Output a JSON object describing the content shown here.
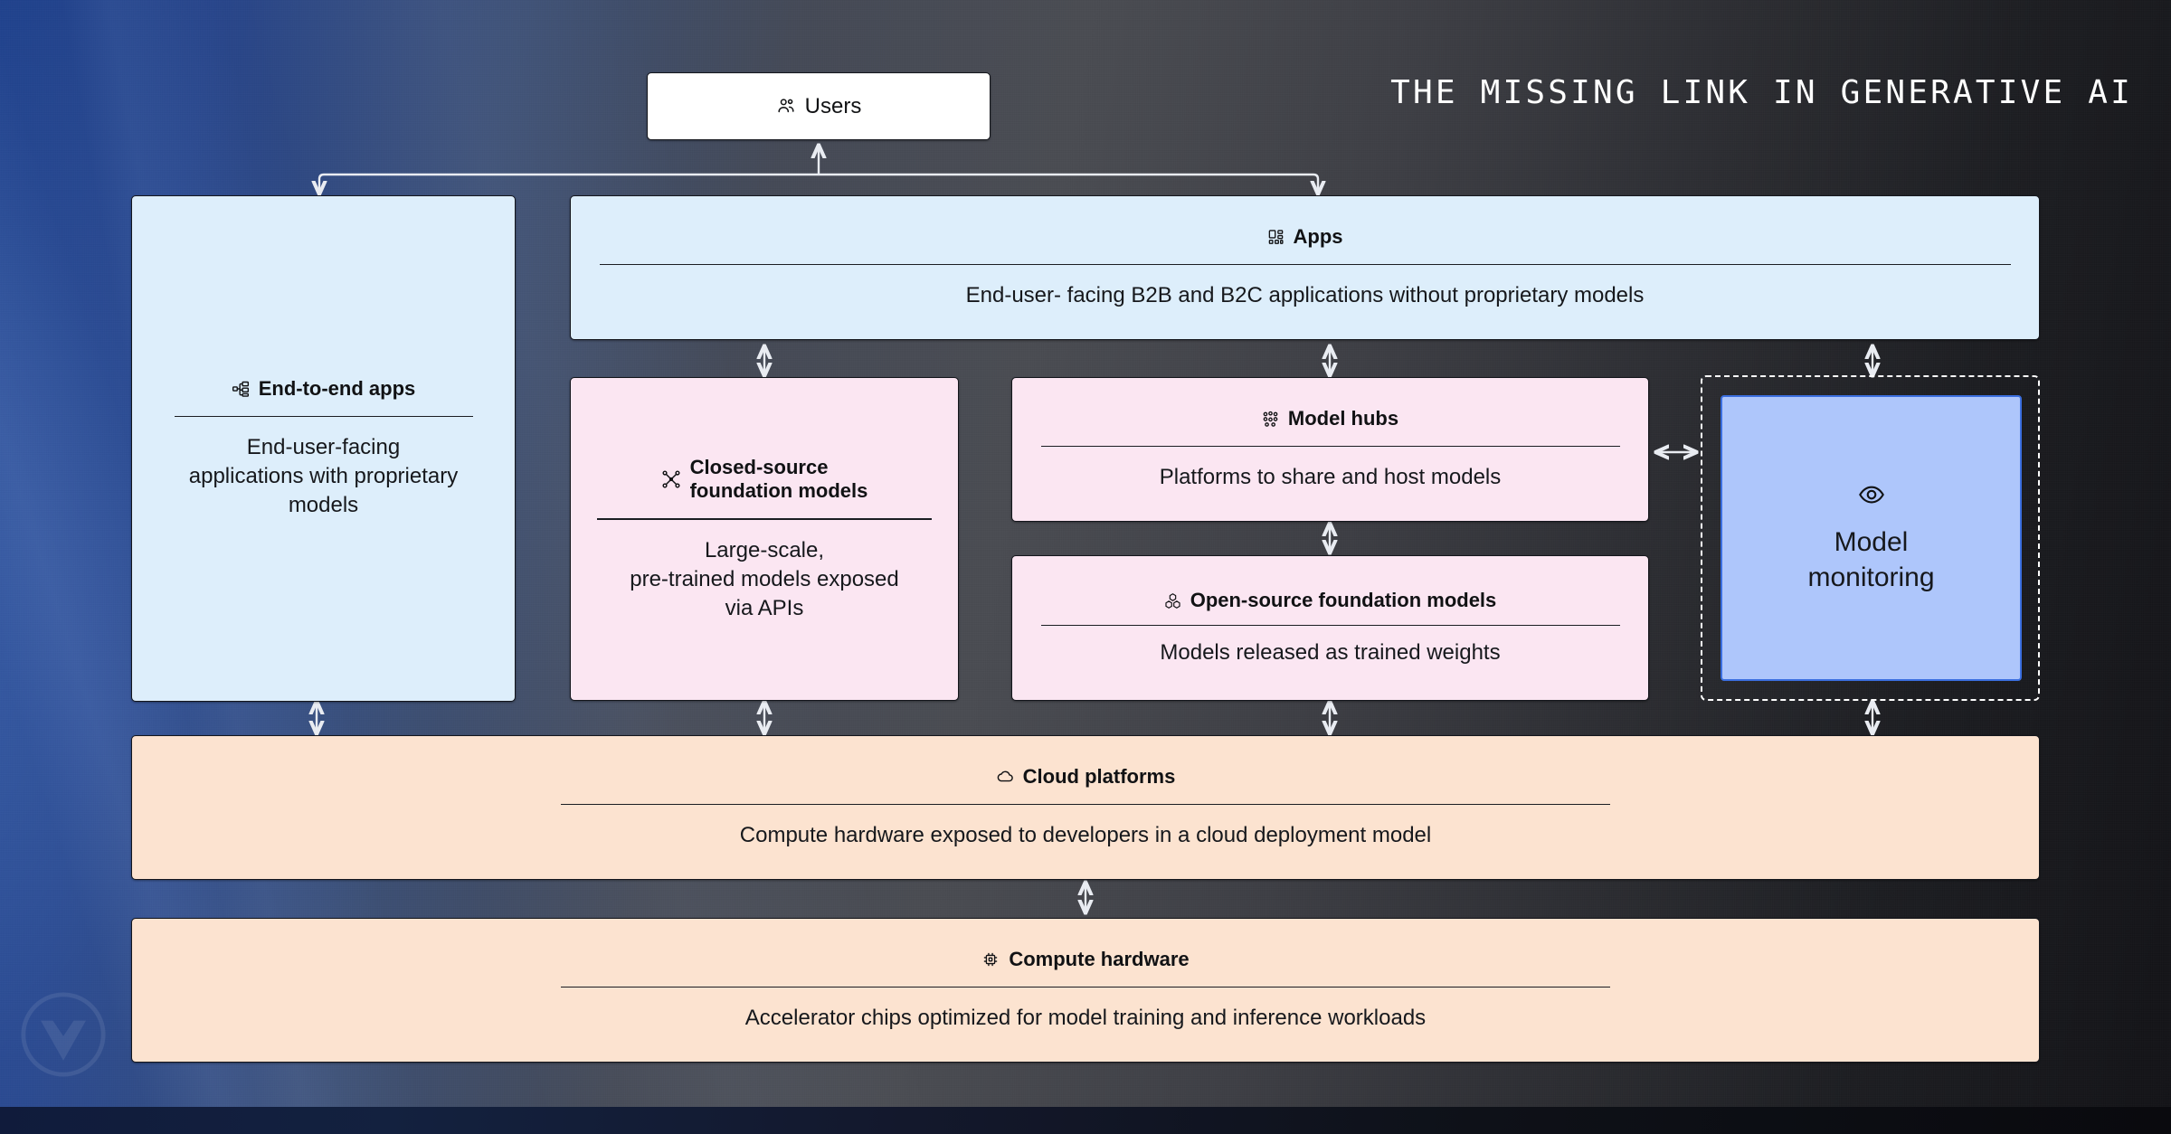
{
  "title": "THE MISSING LINK IN GENERATIVE AI",
  "colors": {
    "light_blue": "#ddeefb",
    "pink": "#fbe6f2",
    "peach": "#fce3d0",
    "periwinkle": "#aec6fb",
    "periwinkle_border": "#3b6fe0",
    "white": "#ffffff",
    "connector": "#e9ecf2",
    "text": "#111214"
  },
  "nodes": {
    "users": {
      "label": "Users",
      "icon": "users-icon"
    },
    "end_to_end_apps": {
      "label": "End-to-end apps",
      "icon": "org-chart-icon",
      "description": "End-user-facing applications with proprietary models"
    },
    "apps": {
      "label": "Apps",
      "icon": "app-grid-icon",
      "description": "End-user- facing B2B and B2C applications without proprietary models"
    },
    "closed_source_foundation_models": {
      "label": "Closed-source\nfoundation models",
      "label_line1": "Closed-source",
      "label_line2": "foundation models",
      "icon": "network-node-icon",
      "description": "Large-scale,\npre-trained models exposed\nvia APIs",
      "description_line1": "Large-scale,",
      "description_line2": "pre-trained models exposed",
      "description_line3": "via APIs"
    },
    "model_hubs": {
      "label": "Model hubs",
      "icon": "dots-cluster-icon",
      "description": "Platforms to share and host models"
    },
    "open_source_foundation_models": {
      "label": "Open-source foundation models",
      "icon": "cubes-icon",
      "description": "Models released as trained weights"
    },
    "model_monitoring": {
      "label_line1": "Model",
      "label_line2": "monitoring",
      "icon": "eye-icon"
    },
    "cloud_platforms": {
      "label": "Cloud platforms",
      "icon": "cloud-icon",
      "description": "Compute hardware exposed to developers in a cloud deployment model"
    },
    "compute_hardware": {
      "label": "Compute hardware",
      "icon": "chip-icon",
      "description": "Accelerator chips optimized for model training and inference workloads"
    }
  },
  "connectors": [
    {
      "name": "users-to-layers",
      "type": "branch",
      "direction": "up-and-split"
    },
    {
      "name": "apps-to-closed-source",
      "type": "double-arrow",
      "direction": "vertical"
    },
    {
      "name": "apps-to-model-hubs",
      "type": "double-arrow",
      "direction": "vertical"
    },
    {
      "name": "apps-to-model-monitoring",
      "type": "double-arrow",
      "direction": "vertical"
    },
    {
      "name": "model-hubs-to-open-source",
      "type": "double-arrow",
      "direction": "vertical"
    },
    {
      "name": "model-hubs-to-model-monitoring",
      "type": "double-arrow",
      "direction": "horizontal"
    },
    {
      "name": "end-to-end-apps-to-cloud",
      "type": "double-arrow",
      "direction": "vertical"
    },
    {
      "name": "closed-source-to-cloud",
      "type": "double-arrow",
      "direction": "vertical"
    },
    {
      "name": "open-source-to-cloud",
      "type": "double-arrow",
      "direction": "vertical"
    },
    {
      "name": "model-monitoring-to-cloud",
      "type": "double-arrow",
      "direction": "vertical"
    },
    {
      "name": "cloud-to-compute-hardware",
      "type": "double-arrow",
      "direction": "vertical"
    }
  ]
}
